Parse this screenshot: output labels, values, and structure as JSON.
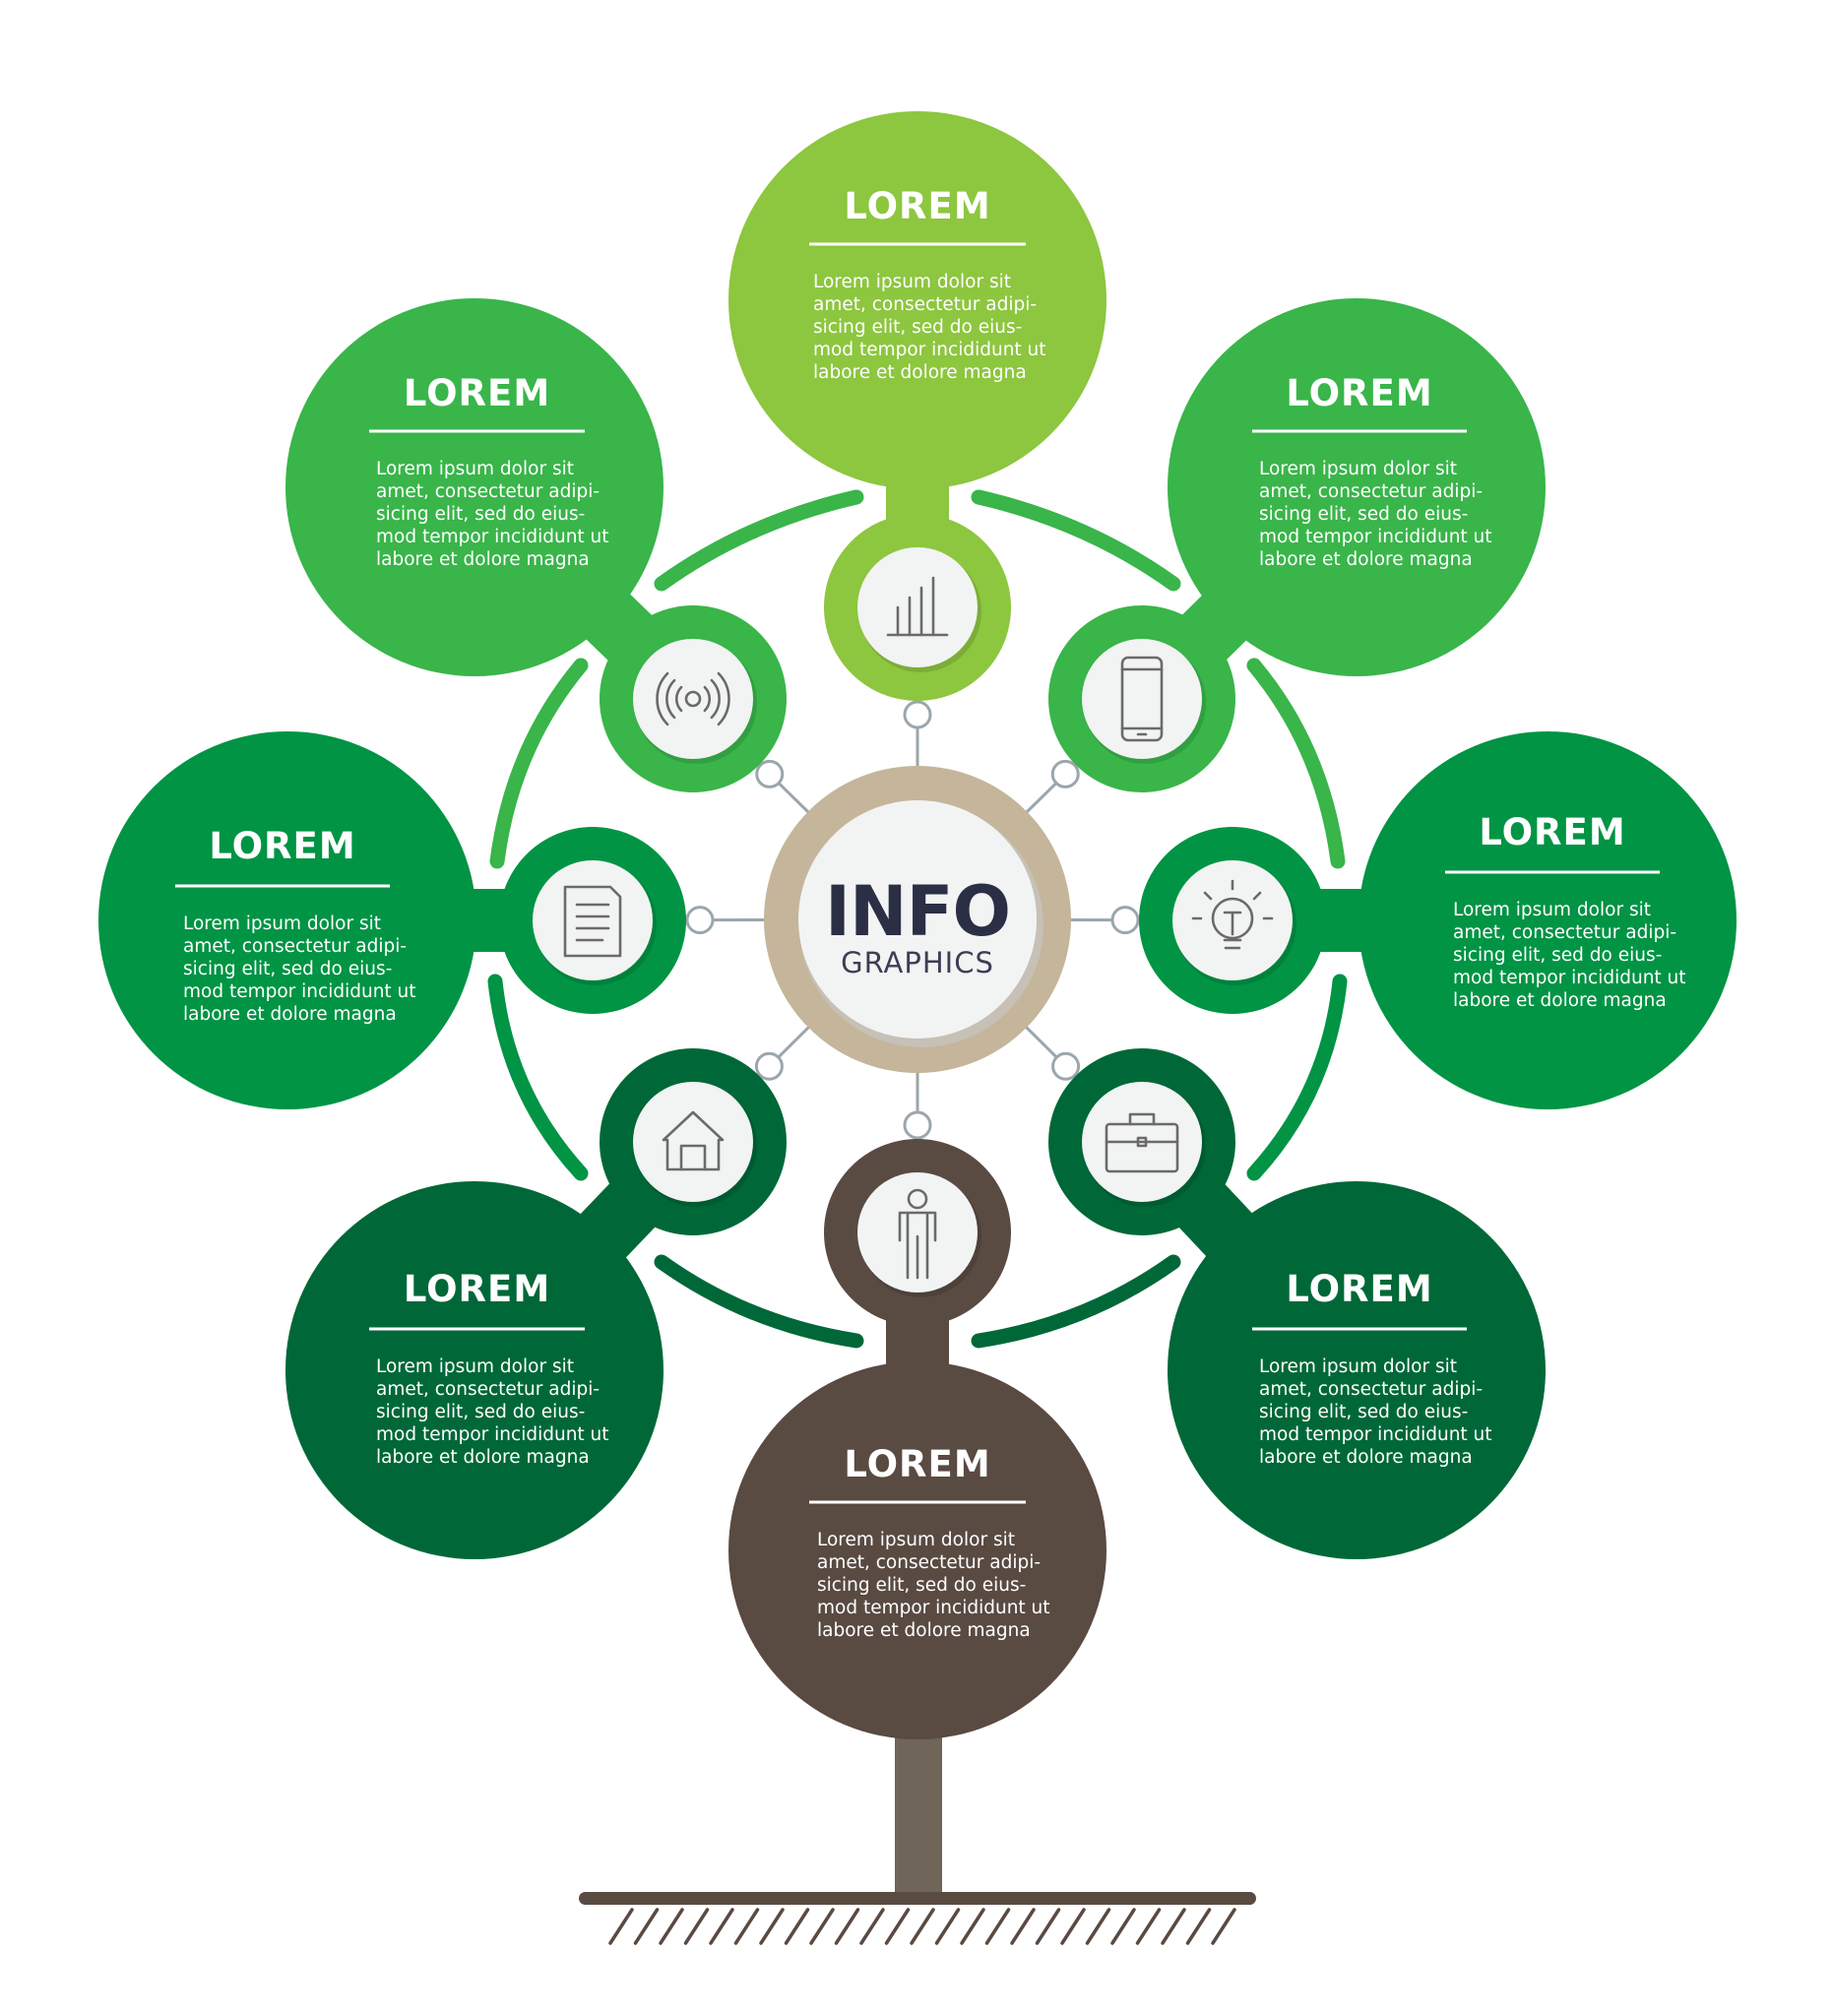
{
  "center": {
    "title": "INFO",
    "subtitle": "GRAPHICS"
  },
  "colors": {
    "light_green": "#8dc63f",
    "mid_green": "#39b54a",
    "green": "#009444",
    "dark_green": "#006838",
    "brown": "#594a42",
    "trunk": "#6f6558",
    "ring": "#c4b59b",
    "connector": "#9aa7ad"
  },
  "nodes": [
    {
      "id": "top",
      "icon": "bar-chart-icon",
      "title": "LOREM",
      "lines": [
        "Lorem ipsum dolor sit",
        "amet, consectetur adipi-",
        "sicing elit, sed do eius-",
        "mod tempor incididunt ut",
        "labore et dolore magna"
      ]
    },
    {
      "id": "upper-left",
      "icon": "signal-broadcast-icon",
      "title": "LOREM",
      "lines": [
        "Lorem ipsum dolor sit",
        "amet, consectetur adipi-",
        "sicing elit, sed do eius-",
        "mod tempor incididunt ut",
        "labore et dolore magna"
      ]
    },
    {
      "id": "upper-right",
      "icon": "smartphone-icon",
      "title": "LOREM",
      "lines": [
        "Lorem ipsum dolor sit",
        "amet, consectetur adipi-",
        "sicing elit, sed do eius-",
        "mod tempor incididunt ut",
        "labore et dolore magna"
      ]
    },
    {
      "id": "left",
      "icon": "document-icon",
      "title": "LOREM",
      "lines": [
        "Lorem ipsum dolor sit",
        "amet, consectetur adipi-",
        "sicing elit, sed do eius-",
        "mod tempor incididunt ut",
        "labore et dolore magna"
      ]
    },
    {
      "id": "right",
      "icon": "lightbulb-icon",
      "title": "LOREM",
      "lines": [
        "Lorem ipsum dolor sit",
        "amet, consectetur adipi-",
        "sicing elit, sed do eius-",
        "mod tempor incididunt ut",
        "labore et dolore magna"
      ]
    },
    {
      "id": "lower-left",
      "icon": "home-icon",
      "title": "LOREM",
      "lines": [
        "Lorem ipsum dolor sit",
        "amet, consectetur adipi-",
        "sicing elit, sed do eius-",
        "mod tempor incididunt ut",
        "labore et dolore magna"
      ]
    },
    {
      "id": "lower-right",
      "icon": "briefcase-icon",
      "title": "LOREM",
      "lines": [
        "Lorem ipsum dolor sit",
        "amet, consectetur adipi-",
        "sicing elit, sed do eius-",
        "mod tempor incididunt ut",
        "labore et dolore magna"
      ]
    },
    {
      "id": "bottom",
      "icon": "person-icon",
      "title": "LOREM",
      "lines": [
        "Lorem ipsum dolor sit",
        "amet, consectetur adipi-",
        "sicing elit, sed do eius-",
        "mod tempor incididunt ut",
        "labore et dolore magna"
      ]
    }
  ]
}
